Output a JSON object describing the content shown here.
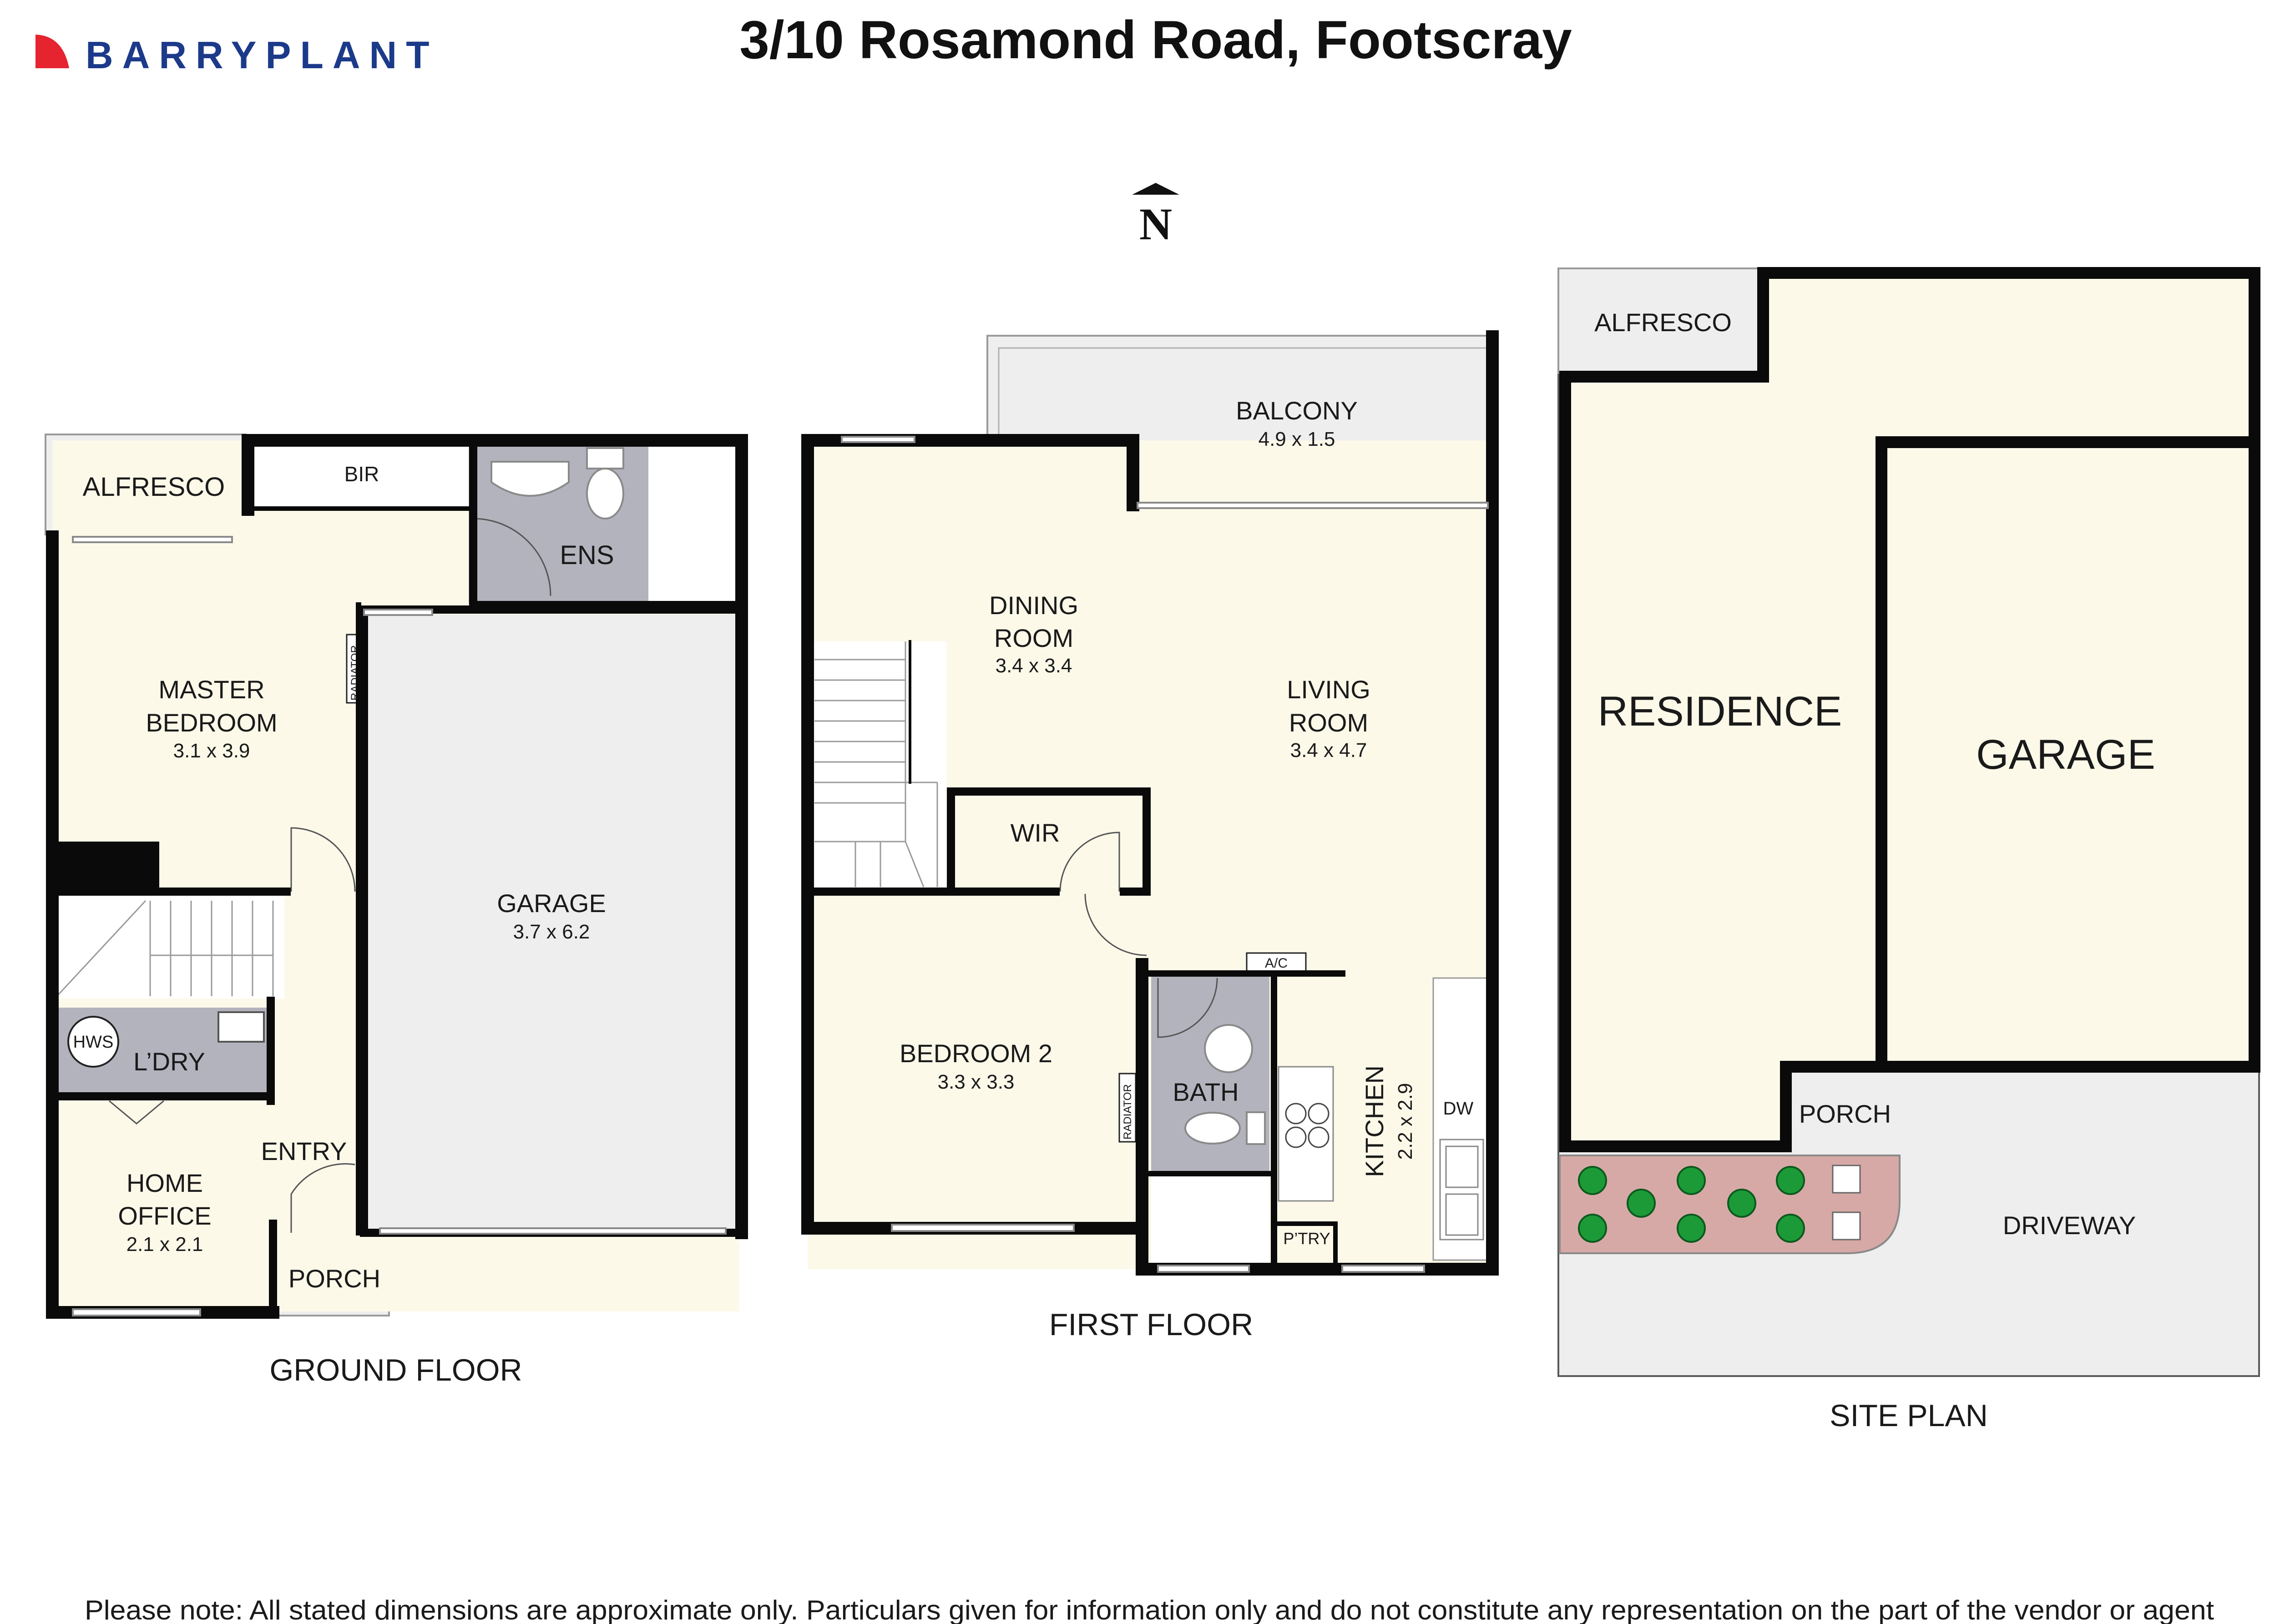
{
  "header": {
    "brand": "BARRYPLANT",
    "address": "3/10 Rosamond Road, Footscray",
    "north": "N"
  },
  "ground_floor": {
    "caption": "GROUND FLOOR",
    "alfresco": "ALFRESCO",
    "bir": "BIR",
    "ens": "ENS",
    "master_bedroom_line1": "MASTER",
    "master_bedroom_line2": "BEDROOM",
    "master_bedroom_size": "3.1 x 3.9",
    "radiator": "RADIATOR",
    "garage": "GARAGE",
    "garage_size": "3.7 x 6.2",
    "hws": "HWS",
    "laundry": "L’DRY",
    "entry": "ENTRY",
    "home_office_line1": "HOME",
    "home_office_line2": "OFFICE",
    "home_office_size": "2.1 x 2.1",
    "porch": "PORCH"
  },
  "first_floor": {
    "caption": "FIRST FLOOR",
    "balcony": "BALCONY",
    "balcony_size": "4.9 x 1.5",
    "dining_line1": "DINING",
    "dining_line2": "ROOM",
    "dining_size": "3.4 x 3.4",
    "living_line1": "LIVING",
    "living_line2": "ROOM",
    "living_size": "3.4 x 4.7",
    "wir": "WIR",
    "bedroom2": "BEDROOM 2",
    "bedroom2_size": "3.3 x 3.3",
    "radiator": "RADIATOR",
    "bath": "BATH",
    "ac": "A/C",
    "kitchen": "KITCHEN",
    "kitchen_size": "2.2 x 2.9",
    "dw": "DW",
    "pantry": "P’TRY"
  },
  "site_plan": {
    "caption": "SITE PLAN",
    "alfresco": "ALFRESCO",
    "residence": "RESIDENCE",
    "garage": "GARAGE",
    "porch": "PORCH",
    "driveway": "DRIVEWAY"
  },
  "footer": {
    "disclaimer": "Please note: All stated dimensions are approximate only. Particulars given for information only and do not constitute any representation on the part of the vendor or agent"
  },
  "colors": {
    "room_fill": "#fcf9e9",
    "wet_area_fill": "#b3b3be",
    "outdoor_fill": "#eeeeee",
    "wall": "#0a0a0a",
    "garden_fill": "#d7a9a6",
    "shrub": "#1d9a38",
    "brand_blue": "#1c3a8a",
    "brand_red": "#e5242f"
  }
}
